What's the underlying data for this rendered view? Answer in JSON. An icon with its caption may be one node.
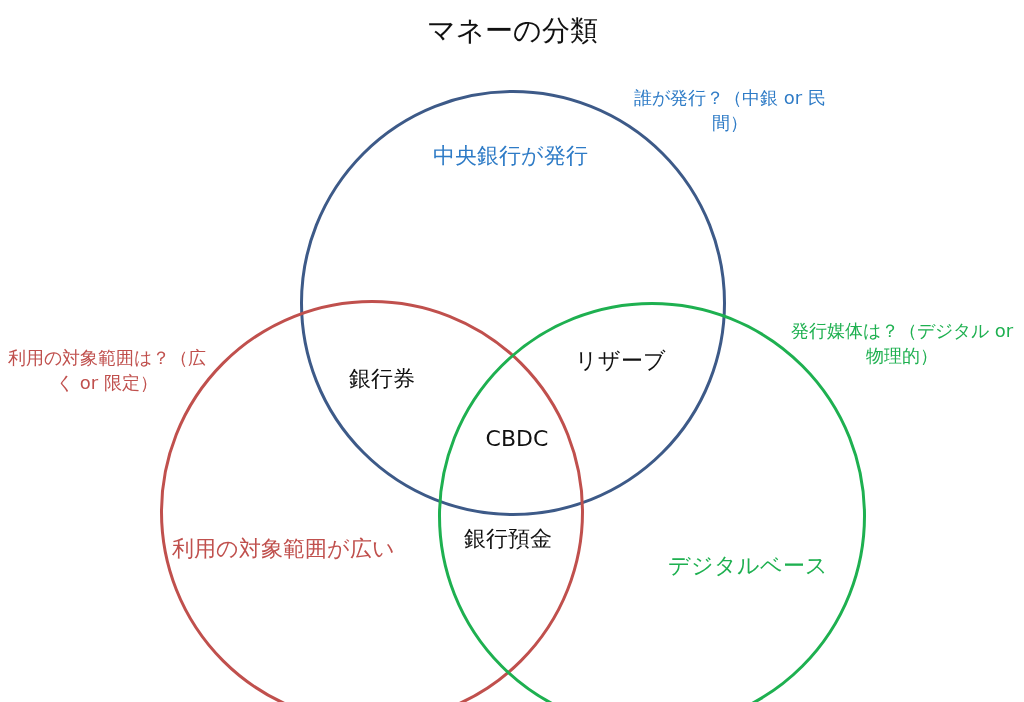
{
  "diagram": {
    "title": "マネーの分類",
    "nodes": [
      {
        "text": [
          "中央銀行が発行"
        ],
        "beside": [
          "誰が発行？（中銀 or 民間）"
        ]
      },
      {
        "text": [
          "利用の対象範囲が広い"
        ],
        "beside": [
          "利用の対象範囲は？（広く or 限定）"
        ]
      },
      {
        "text": [
          "デジタルベース"
        ],
        "beside": [
          "発行媒体は？（デジタル or 物理的）"
        ]
      }
    ],
    "edges": [],
    "labels": [
      "銀行券",
      "リザーブ",
      "CBDC",
      "銀行預金"
    ]
  }
}
